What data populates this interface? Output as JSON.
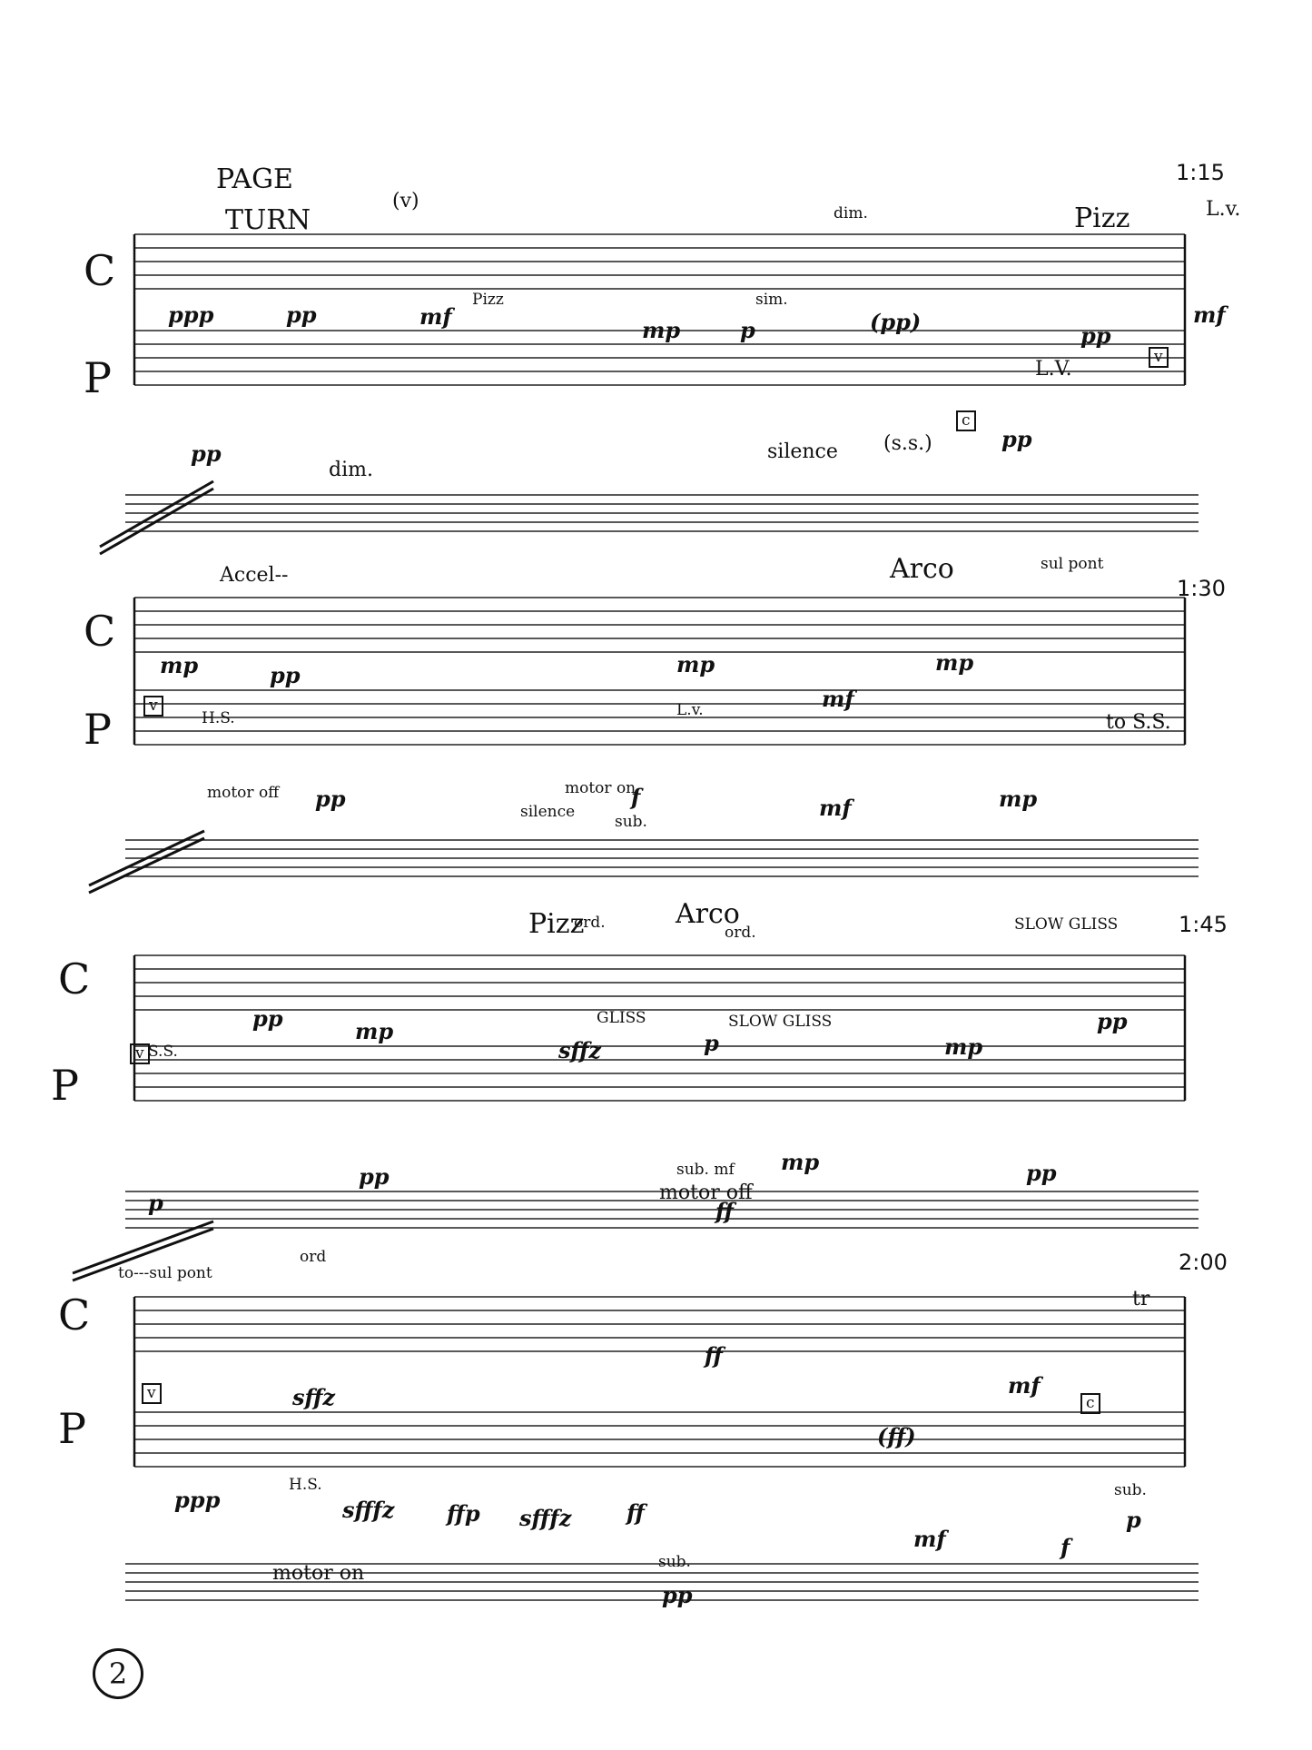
{
  "page_number": "2",
  "instruments": {
    "upper": "C",
    "lower": "P"
  },
  "systems": [
    {
      "time_mark": "1:15",
      "texts": {
        "page_turn_1": "PAGE",
        "page_turn_2": "TURN",
        "bow_mark": "(v)",
        "pizz_1": "Pizz",
        "sim": "sim.",
        "dim_top": "dim.",
        "pizz_2": "Pizz",
        "lv_1": "L.v.",
        "lv_2": "L.V.",
        "ss": "(s.s.)",
        "silence": "silence",
        "dim_bottom": "dim.",
        "c_box": "c",
        "v_box": "v"
      },
      "dynamics": {
        "ppp": "ppp",
        "pp_1": "pp",
        "mf_1": "mf",
        "mp": "mp",
        "p": "p",
        "pp_paren": "(pp)",
        "pp_2": "pp",
        "mf_2": "mf",
        "pp_bottom": "pp",
        "pp_end": "pp"
      }
    },
    {
      "time_mark": "1:30",
      "texts": {
        "accel": "Accel--",
        "arco": "Arco",
        "sul_pont": "sul pont",
        "hs": "H.S.",
        "lv": "L.v.",
        "to_ss": "to S.S.",
        "motor_off": "motor off",
        "motor_on": "motor on",
        "silence": "silence",
        "sub": "sub.",
        "v_box": "v"
      },
      "dynamics": {
        "mp_1": "mp",
        "pp": "pp",
        "mp_2": "mp",
        "mf": "mf",
        "mp_3": "mp",
        "f": "f",
        "mf_2": "mf",
        "mp_4": "mp",
        "pp_low": "pp"
      }
    },
    {
      "time_mark": "1:45",
      "texts": {
        "pizz": "Pizz",
        "ord_1": "ord.",
        "arco": "Arco",
        "ord_2": "ord.",
        "gliss": "GLISS",
        "slow_gliss_1": "SLOW GLISS",
        "slow_gliss_2": "SLOW GLISS",
        "ss": "S.S.",
        "sub_mf": "sub. mf",
        "motor_off": "motor off",
        "v_box": "v"
      },
      "dynamics": {
        "pp_1": "pp",
        "mp_1": "mp",
        "sffz": "sffz",
        "p_1": "p",
        "mp_2": "mp",
        "pp_2": "pp",
        "mp_3": "mp",
        "pp_3": "pp",
        "pp_4": "pp",
        "ff": "ff",
        "p_low": "p"
      }
    },
    {
      "time_mark": "2:00",
      "texts": {
        "to_sul_pont": "to---sul pont",
        "ord": "ord",
        "hs": "H.S.",
        "motor_on": "motor on",
        "sub_1": "sub.",
        "sub_2": "sub.",
        "c_box": "c",
        "v_box": "v",
        "tr": "tr"
      },
      "dynamics": {
        "ppp": "ppp",
        "sffz": "sffz",
        "sfffz_1": "sfffz",
        "ffp": "ffp",
        "sfffz_2": "sfffz",
        "ff_1": "ff",
        "ff_2": "ff",
        "ff_paren": "(ff)",
        "mf_1": "mf",
        "mf_2": "mf",
        "f": "f",
        "p": "p",
        "pp": "pp"
      }
    }
  ]
}
